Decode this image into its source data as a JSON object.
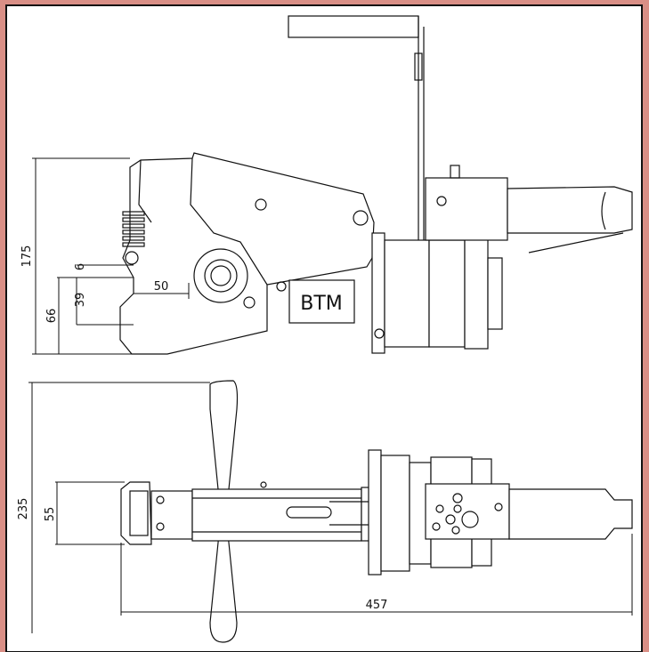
{
  "drawing": {
    "brand_label": "BTM",
    "side_view": {
      "dims": {
        "overall_height": "175",
        "clearance": "6",
        "depth_39": "39",
        "depth_66": "66",
        "reach": "50"
      }
    },
    "top_view": {
      "dims": {
        "overall_width": "235",
        "jaw_width": "55",
        "overall_length": "457"
      }
    }
  },
  "colors": {
    "frame_border": "#d98f86",
    "paper": "#ffffff",
    "line": "#111111"
  }
}
